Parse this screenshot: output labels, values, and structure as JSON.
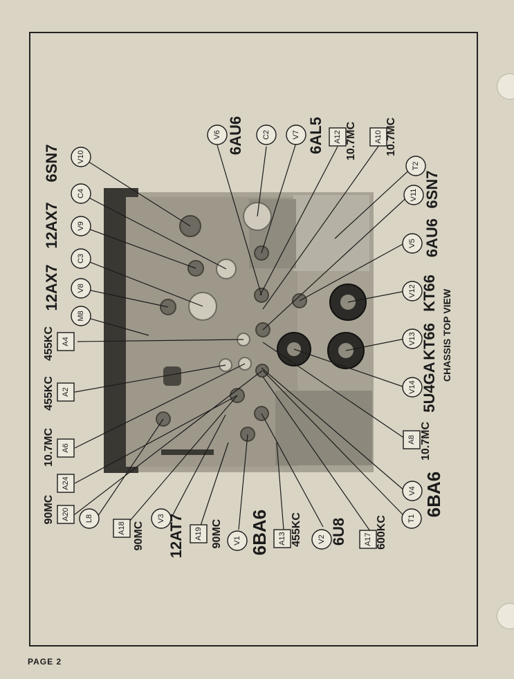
{
  "footer": {
    "page": "PAGE 2"
  },
  "diagram": {
    "caption": "CHASSIS TOP VIEW",
    "callouts": [
      "V10",
      "C4",
      "V9",
      "C3",
      "V8",
      "M8",
      "A4",
      "A2",
      "A6",
      "A24",
      "A20",
      "L8",
      "A18",
      "V3",
      "A19",
      "V1",
      "A13",
      "V2",
      "A17",
      "T1",
      "V4",
      "A8",
      "V14",
      "V13",
      "V12",
      "V5",
      "V11",
      "T2",
      "A10",
      "A12",
      "V7",
      "C2",
      "V6"
    ],
    "tube_labels": {
      "6SN7_top": "6SN7",
      "12AX7_1": "12AX7",
      "12AX7_2": "12AX7",
      "455KC_1": "455KC",
      "455KC_2": "455KC",
      "10_7MC_1": "10.7MC",
      "90MC_1": "90MC",
      "90MC_2": "90MC",
      "12AT7": "12AT7",
      "90MC_3": "90MC",
      "6BA6_1": "6BA6",
      "455KC_3": "455KC",
      "6U8": "6U8",
      "600KC": "600KC",
      "6BA6_2": "6BA6",
      "10_7MC_2": "10.7MC",
      "5U4GA": "5U4GA",
      "KT66_1": "KT66",
      "KT66_2": "KT66",
      "6AU6_1": "6AU6",
      "6SN7_2": "6SN7",
      "10_7MC_3": "10.7MC",
      "10_7MC_4": "10.7MC",
      "6AL5": "6AL5",
      "6AU6_2": "6AU6"
    }
  }
}
